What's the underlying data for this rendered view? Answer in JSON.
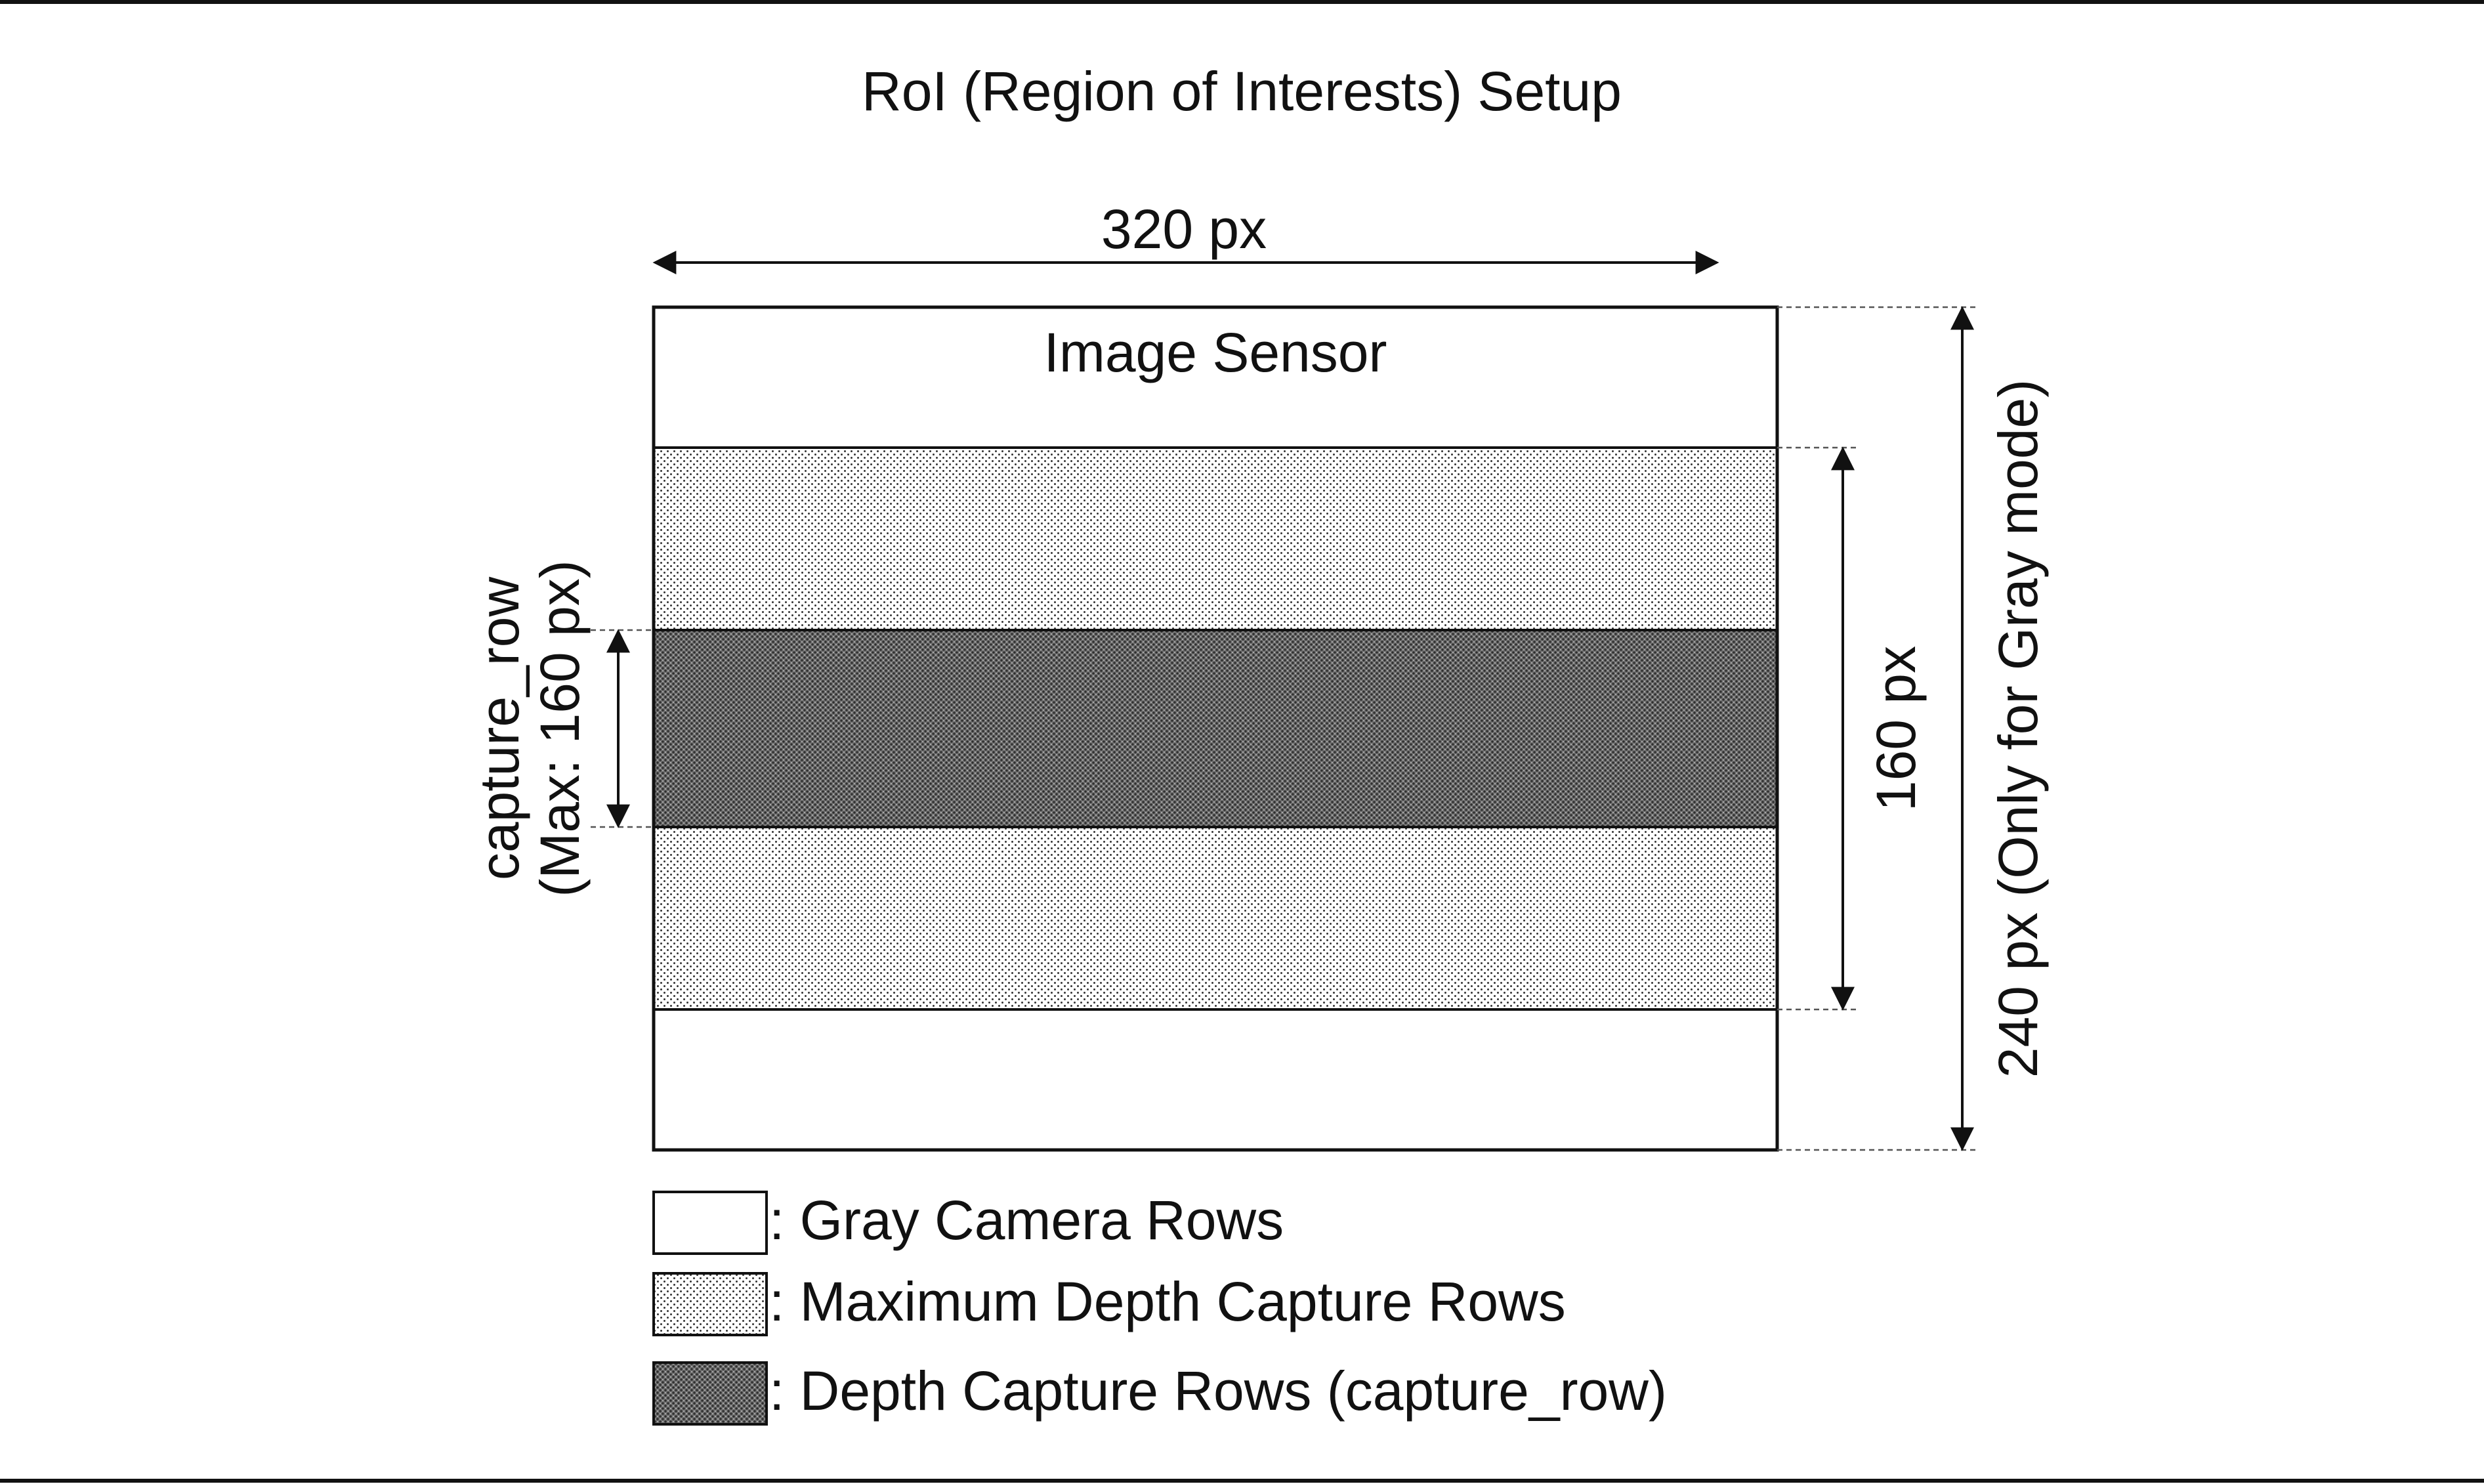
{
  "title": "RoI (Region of Interests) Setup",
  "sensor_label": "Image Sensor",
  "dimensions": {
    "width_label": "320 px",
    "max_depth_height_label": "160 px",
    "full_height_label": "240 px (Only for Gray mode)",
    "capture_row_label_line1": "capture_row",
    "capture_row_label_line2": "(Max: 160 px)"
  },
  "legend": [
    {
      "pattern": "white",
      "label": ": Gray Camera Rows"
    },
    {
      "pattern": "light-dots",
      "label": ": Maximum Depth Capture Rows"
    },
    {
      "pattern": "dense-dots",
      "label": ": Depth Capture Rows (capture_row)"
    }
  ],
  "colors": {
    "line": "#111111",
    "background": "#ffffff",
    "light_fill": "#e6e6e6",
    "dense_fill": "#8a8a8a"
  }
}
